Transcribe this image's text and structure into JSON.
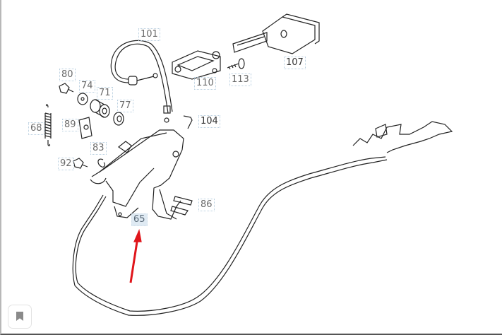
{
  "diagram": {
    "callouts": [
      {
        "id": "101",
        "label": "101"
      },
      {
        "id": "80",
        "label": "80"
      },
      {
        "id": "74",
        "label": "74"
      },
      {
        "id": "71",
        "label": "71"
      },
      {
        "id": "77",
        "label": "77"
      },
      {
        "id": "68",
        "label": "68"
      },
      {
        "id": "89",
        "label": "89"
      },
      {
        "id": "83",
        "label": "83"
      },
      {
        "id": "92",
        "label": "92"
      },
      {
        "id": "110",
        "label": "110"
      },
      {
        "id": "113",
        "label": "113"
      },
      {
        "id": "107",
        "label": "107"
      },
      {
        "id": "104",
        "label": "104"
      },
      {
        "id": "86",
        "label": "86"
      },
      {
        "id": "65",
        "label": "65"
      }
    ],
    "selected_callout": "65",
    "arrow_color": "#e0151b",
    "highlight_color": "#dfeaf3"
  },
  "ui": {
    "bookmark_icon": "bookmark-icon"
  }
}
